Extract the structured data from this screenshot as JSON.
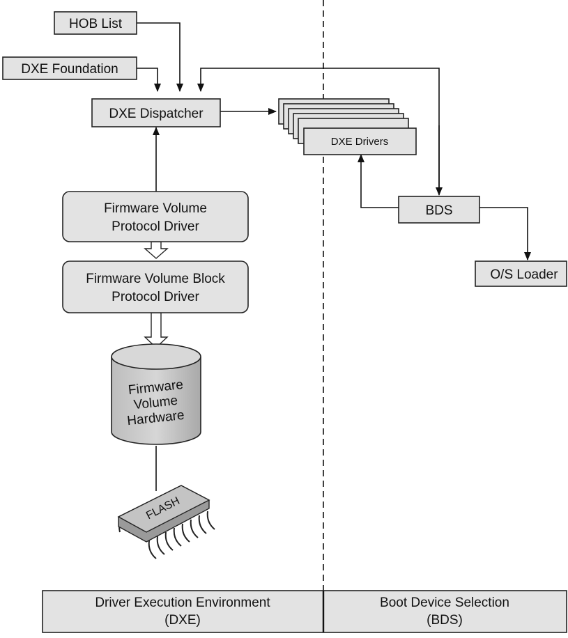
{
  "diagram": {
    "nodes": {
      "hob_list": "HOB List",
      "dxe_foundation": "DXE Foundation",
      "dxe_dispatcher": "DXE Dispatcher",
      "dxe_drivers": "DXE Drivers",
      "fv_protocol_driver": {
        "line1": "Firmware Volume",
        "line2": "Protocol Driver"
      },
      "fvb_protocol_driver": {
        "line1": "Firmware Volume Block",
        "line2": "Protocol Driver"
      },
      "fv_hardware": {
        "line1": "Firmware",
        "line2": "Volume",
        "line3": "Hardware"
      },
      "flash_chip": "FLASH",
      "bds": "BDS",
      "os_loader": "O/S Loader"
    },
    "phases": {
      "dxe": {
        "line1": "Driver Execution Environment",
        "line2": "(DXE)"
      },
      "bds": {
        "line1": "Boot Device Selection",
        "line2": "(BDS)"
      }
    },
    "colors": {
      "box_fill": "#e3e3e3",
      "stroke": "#222222"
    }
  }
}
